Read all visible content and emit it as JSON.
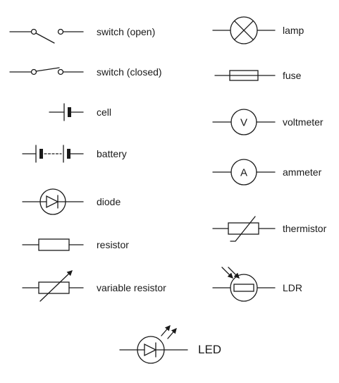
{
  "colors": {
    "stroke": "#1a1a1a",
    "background": "#ffffff"
  },
  "symbols": {
    "switch_open": {
      "label": "switch (open)",
      "icon": "open-switch"
    },
    "switch_closed": {
      "label": "switch (closed)",
      "icon": "closed-switch"
    },
    "cell": {
      "label": "cell",
      "icon": "cell"
    },
    "battery": {
      "label": "battery",
      "icon": "battery"
    },
    "diode": {
      "label": "diode",
      "icon": "diode"
    },
    "resistor": {
      "label": "resistor",
      "icon": "resistor"
    },
    "variable_resistor": {
      "label": "variable resistor",
      "icon": "variable-resistor"
    },
    "lamp": {
      "label": "lamp",
      "icon": "lamp"
    },
    "fuse": {
      "label": "fuse",
      "icon": "fuse"
    },
    "voltmeter": {
      "label": "voltmeter",
      "icon": "voltmeter",
      "letter": "V"
    },
    "ammeter": {
      "label": "ammeter",
      "icon": "ammeter",
      "letter": "A"
    },
    "thermistor": {
      "label": "thermistor",
      "icon": "thermistor"
    },
    "ldr": {
      "label": "LDR",
      "icon": "light-dependent-resistor"
    },
    "led": {
      "label": "LED",
      "icon": "light-emitting-diode"
    }
  }
}
